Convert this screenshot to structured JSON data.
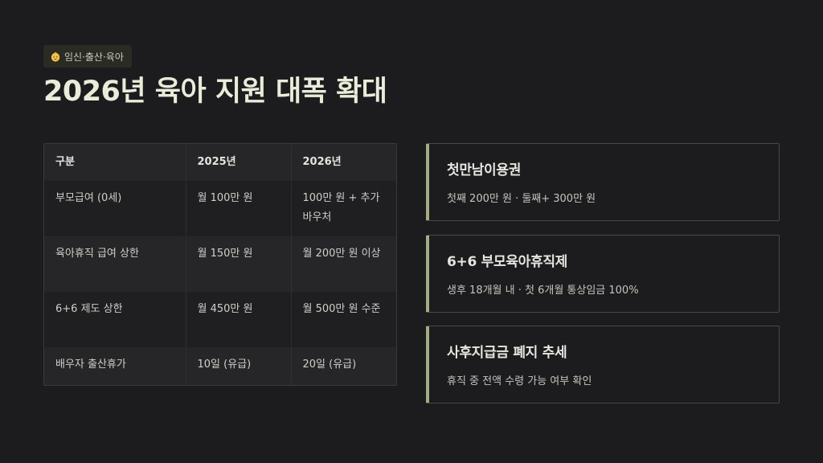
{
  "badge": {
    "icon": "baby-face-icon",
    "label": "임신·출산·육아"
  },
  "title": "2026년 육아 지원 대폭 확대",
  "table": {
    "headers": [
      "구분",
      "2025년",
      "2026년"
    ],
    "rows": [
      [
        "부모급여 (0세)",
        "월 100만 원",
        "100만 원 + 추가 바우처"
      ],
      [
        "육아휴직 급여 상한",
        "월 150만 원",
        "월 200만 원 이상"
      ],
      [
        "6+6 제도 상한",
        "월 450만 원",
        "월 500만 원 수준"
      ],
      [
        "배우자 출산휴가",
        "10일 (유급)",
        "20일 (유급)"
      ]
    ]
  },
  "cards": [
    {
      "title": "첫만남이용권",
      "desc": "첫째 200만 원 · 둘째+ 300만 원"
    },
    {
      "title": "6+6 부모육아휴직제",
      "desc": "생후 18개월 내 · 첫 6개월 통상임금 100%"
    },
    {
      "title": "사후지급금 폐지 추세",
      "desc": "휴직 중 전액 수령 가능 여부 확인"
    }
  ],
  "colors": {
    "background": "#1c1c1e",
    "accent": "#a3ad82",
    "title": "#e8ecd9",
    "badge_bg": "#2a2b23"
  }
}
